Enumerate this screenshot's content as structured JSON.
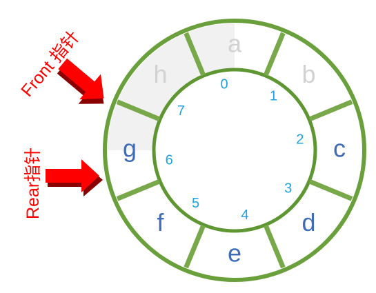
{
  "pointers": {
    "front": {
      "label": "Front 指针"
    },
    "rear": {
      "label": "Rear指针"
    }
  },
  "slots": [
    {
      "letter": "a",
      "index": "0",
      "filled": false
    },
    {
      "letter": "b",
      "index": "1",
      "filled": false
    },
    {
      "letter": "c",
      "index": "2",
      "filled": true
    },
    {
      "letter": "d",
      "index": "3",
      "filled": true
    },
    {
      "letter": "e",
      "index": "4",
      "filled": true
    },
    {
      "letter": "f",
      "index": "5",
      "filled": true
    },
    {
      "letter": "g",
      "index": "6",
      "filled": true
    },
    {
      "letter": "h",
      "index": "7",
      "filled": false
    }
  ],
  "colors": {
    "filled_letter": "#3f6cb6",
    "empty_letter": "#d2d2d2",
    "index_text": "#1ea2e0",
    "ring": "#6aa03c",
    "divider": "#78a84a",
    "pointer": "#ff0000",
    "pointer_shadow": "#8a0000"
  }
}
